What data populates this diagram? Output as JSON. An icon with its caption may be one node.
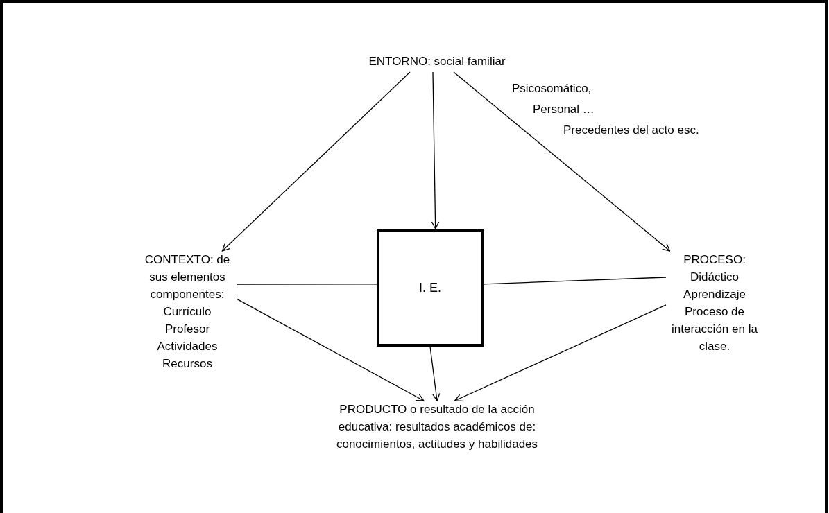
{
  "diagram": {
    "nodes": [
      {
        "text": [
          "ENTORNO: social familiar"
        ]
      },
      {
        "text": [
          "CONTEXTO: de sus elementos componentes:",
          "Currículo",
          "Profesor",
          "Actividades",
          "Recursos"
        ]
      },
      {
        "text": [
          "I. E."
        ]
      },
      {
        "text": [
          "PROCESO:",
          "Didáctico",
          "Aprendizaje",
          "Proceso de interacción en la clase."
        ]
      },
      {
        "text": [
          "PRODUCTO o resultado de la acción educativa: resultados académicos de: conocimientos, actitudes y habilidades"
        ]
      }
    ],
    "edges": [
      {
        "from": 0,
        "to": 1,
        "arrow": "to"
      },
      {
        "from": 0,
        "to": 2,
        "arrow": "to"
      },
      {
        "from": 0,
        "to": 3,
        "arrow": "to"
      },
      {
        "from": 1,
        "to": 2,
        "arrow": "none"
      },
      {
        "from": 2,
        "to": 3,
        "arrow": "none"
      },
      {
        "from": 1,
        "to": 4,
        "arrow": "to"
      },
      {
        "from": 2,
        "to": 4,
        "arrow": "to"
      },
      {
        "from": 3,
        "to": 4,
        "arrow": "to"
      }
    ],
    "labels": [
      "Psicosomático,",
      "Personal …",
      "Precedentes del acto esc."
    ]
  }
}
